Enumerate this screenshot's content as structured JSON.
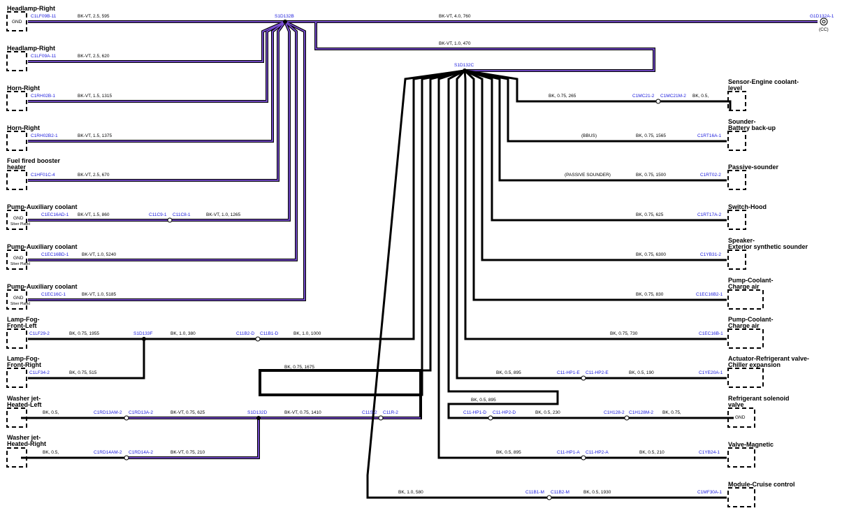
{
  "components": [
    "Headlamp-Right",
    "Headlamp-Right",
    "Horn-Right",
    "Horn-Right",
    "Fuel fired booster",
    "heater",
    "Pump-Auxiliary coolant",
    "Pump-Auxiliary coolant",
    "Pump-Auxiliary coolant",
    "Lamp-Fog-",
    "Front-Left",
    "Lamp-Fog-",
    "Front-Right",
    "Washer jet-",
    "Heated-Left",
    "Washer jet-",
    "Heated-Right",
    "Sensor-Engine coolant-",
    "level",
    "Sounder-",
    "Battery back-up",
    "Passive-sounder",
    "Switch-Hood",
    "Speaker-",
    "Exterior synthetic sounder",
    "Pump-Coolant-",
    "Charge air",
    "Pump-Coolant-",
    "Charge air",
    "Actuator-Refrigerant valve-",
    "Chiller expansion",
    "Refrigerant solenoid",
    "valve",
    "Valve-Magnetic",
    "Module-Cruise control"
  ],
  "connectors": [
    "C1LF09B-11",
    "C1LF09A-11",
    "C1RH02B-1",
    "C1RH02B2-1",
    "C1HF01C-4",
    "C1EC16AD-1",
    "C11C9-1",
    "C11C8-1",
    "C1EC16BD-1",
    "C1EC16C-1",
    "C1LF29-2",
    "C11B2-D",
    "C11B1-D",
    "C1LF34-2",
    "C1RD13AM-2",
    "C1RD13A-2",
    "C11S-2",
    "C11R-2",
    "C1RD14AM-2",
    "C1RD14A-2",
    "G1D132A-1",
    "C1MC21-2",
    "C1MC21M-2",
    "C1RT16A-1",
    "C1RT02-2",
    "C1RT17A-2",
    "C1YB31-2",
    "C1EC16B2-1",
    "C1EC16B-1",
    "C11-HP1-E",
    "C11-HP2-E",
    "C1YE20A-1",
    "C11-HP1-D",
    "C11-HP2-D",
    "C1H128-2",
    "C1H128M-2",
    "C11-HP1-A",
    "C11-HP2-A",
    "C1YB24-1",
    "C11B1-M",
    "C11B2-M",
    "C1MF30A-1"
  ],
  "splices": [
    "S1D132B",
    "S1D132C",
    "S1D133F",
    "S1D132D"
  ],
  "wire_labels": [
    "BK-VT, 2.5, 595",
    "BK-VT, 4.0, 760",
    "BK-VT, 1.0, 470",
    "BK-VT, 2.5, 620",
    "BK-VT, 1.5, 1315",
    "BK-VT, 1.5, 1375",
    "BK-VT, 2.5, 670",
    "BK-VT, 1.5, 860",
    "BK-VT, 1.0, 1265",
    "BK-VT, 1.0, 5240",
    "BK-VT, 1.0, 5185",
    "BK, 0.75, 1955",
    "BK, 1.0, 380",
    "BK, 1.0, 1000",
    "BK, 0.75, 515",
    "BK, 0.75, 1675",
    "BK, 0.5,",
    "BK-VT, 0.75, 625",
    "BK-VT, 0.75, 1410",
    "BK, 0.5,",
    "BK-VT, 0.75, 210",
    "BK, 0.75, 265",
    "BK, 0.5,",
    "BK, 0.75, 1565",
    "BK, 0.75, 1500",
    "BK, 0.75, 625",
    "BK, 0.75, 6300",
    "BK, 0.75, 830",
    "BK, 0.75, 730",
    "BK, 0.5, 895",
    "BK, 0.5, 190",
    "BK, 0.5, 895",
    "BK, 0.5, 230",
    "BK, 0.75,",
    "BK, 0.5, 895",
    "BK, 0.5, 210",
    "BK, 1.0, 580",
    "BK, 0.5, 1930"
  ],
  "notes": [
    "(BBUS)",
    "(PASSIVE SOUNDER)",
    "(CC)"
  ],
  "gnd_labels": [
    "GND",
    "GND",
    "GND",
    "GND",
    "GND"
  ],
  "silver_labels": [
    "Silver Plated",
    "Silver Plated",
    "Silver Plated"
  ]
}
